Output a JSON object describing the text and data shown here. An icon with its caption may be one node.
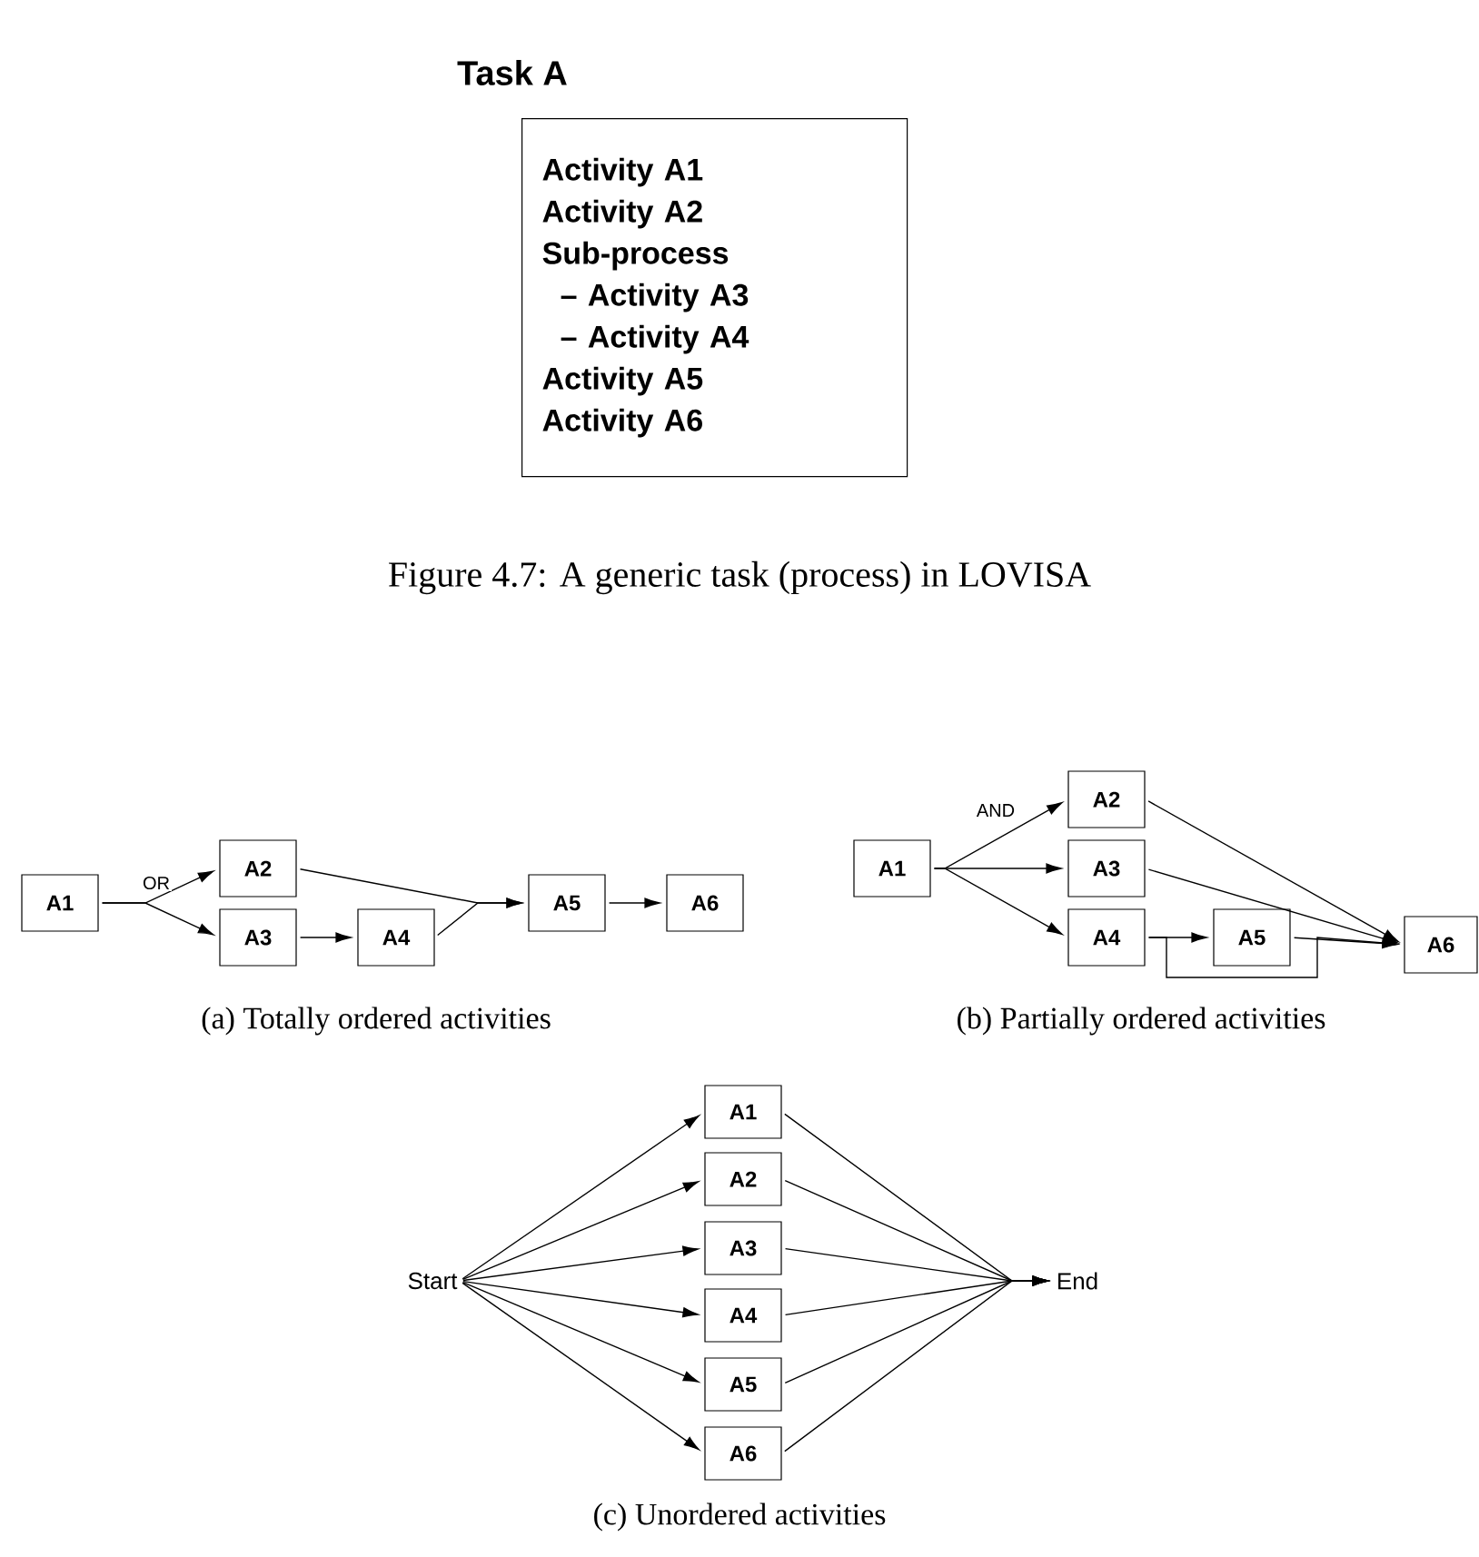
{
  "diagram": {
    "caption": "Figure 4.7: A generic task (process) in LOVISA",
    "nodes": [
      {
        "text": [
          "Task A",
          "Activity A1",
          "Activity A2",
          "Sub-process",
          "– Activity A3",
          "– Activity A4",
          "Activity A5",
          "Activity A6"
        ]
      },
      {
        "text": [
          "A1"
        ]
      },
      {
        "text": [
          "A2"
        ]
      },
      {
        "text": [
          "A3"
        ]
      },
      {
        "text": [
          "A4"
        ]
      },
      {
        "text": [
          "A5"
        ]
      },
      {
        "text": [
          "A6"
        ]
      },
      {
        "text": [
          "A1"
        ]
      },
      {
        "text": [
          "A2"
        ]
      },
      {
        "text": [
          "A3"
        ]
      },
      {
        "text": [
          "A4"
        ]
      },
      {
        "text": [
          "A5"
        ]
      },
      {
        "text": [
          "A6"
        ]
      },
      {
        "text": [
          "Start"
        ]
      },
      {
        "text": [
          "A1"
        ]
      },
      {
        "text": [
          "A2"
        ]
      },
      {
        "text": [
          "A3"
        ]
      },
      {
        "text": [
          "A4"
        ]
      },
      {
        "text": [
          "A5"
        ]
      },
      {
        "text": [
          "A6"
        ]
      },
      {
        "text": [
          "End"
        ]
      }
    ],
    "edges": [
      {
        "from": 1,
        "to": 2,
        "arrow": "to",
        "label": "OR"
      },
      {
        "from": 1,
        "to": 3,
        "arrow": "to"
      },
      {
        "from": 3,
        "to": 4,
        "arrow": "to"
      },
      {
        "from": 2,
        "to": 5,
        "arrow": "to"
      },
      {
        "from": 4,
        "to": 5,
        "arrow": "to"
      },
      {
        "from": 5,
        "to": 6,
        "arrow": "to"
      },
      {
        "from": 7,
        "to": 8,
        "arrow": "to",
        "label": "AND"
      },
      {
        "from": 7,
        "to": 9,
        "arrow": "to"
      },
      {
        "from": 7,
        "to": 10,
        "arrow": "to"
      },
      {
        "from": 10,
        "to": 11,
        "arrow": "to"
      },
      {
        "from": 8,
        "to": 12,
        "arrow": "to"
      },
      {
        "from": 9,
        "to": 12,
        "arrow": "to"
      },
      {
        "from": 11,
        "to": 12,
        "arrow": "to"
      },
      {
        "from": 10,
        "to": 12,
        "arrow": "to"
      },
      {
        "from": 13,
        "to": 14,
        "arrow": "to"
      },
      {
        "from": 13,
        "to": 15,
        "arrow": "to"
      },
      {
        "from": 13,
        "to": 16,
        "arrow": "to"
      },
      {
        "from": 13,
        "to": 17,
        "arrow": "to"
      },
      {
        "from": 13,
        "to": 18,
        "arrow": "to"
      },
      {
        "from": 13,
        "to": 19,
        "arrow": "to"
      },
      {
        "from": 14,
        "to": 20,
        "arrow": "to"
      },
      {
        "from": 15,
        "to": 20,
        "arrow": "to"
      },
      {
        "from": 16,
        "to": 20,
        "arrow": "to"
      },
      {
        "from": 17,
        "to": 20,
        "arrow": "to"
      },
      {
        "from": 18,
        "to": 20,
        "arrow": "to"
      },
      {
        "from": 19,
        "to": 20,
        "arrow": "to"
      }
    ],
    "labels": [
      "(a) Totally ordered activities",
      "(b) Partially ordered activities",
      "(c) Unordered activities"
    ]
  }
}
